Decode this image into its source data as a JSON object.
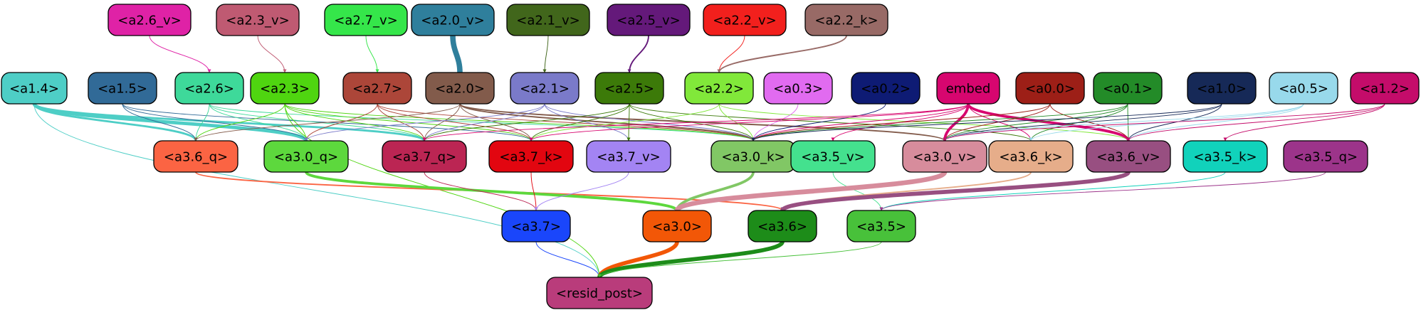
{
  "nodes": [
    {
      "id": "a2_6_v",
      "label": "<a2.6_v>",
      "fill": "#df22a6",
      "text": "#000000"
    },
    {
      "id": "a2_3_v",
      "label": "<a2.3_v>",
      "fill": "#bf5a72",
      "text": "#000000"
    },
    {
      "id": "a2_7_v",
      "label": "<a2.7_v>",
      "fill": "#35e64a",
      "text": "#000000"
    },
    {
      "id": "a2_0_v",
      "label": "<a2.0_v>",
      "fill": "#2f7f9c",
      "text": "#000000"
    },
    {
      "id": "a2_1_v",
      "label": "<a2.1_v>",
      "fill": "#41661b",
      "text": "#000000"
    },
    {
      "id": "a2_5_v",
      "label": "<a2.5_v>",
      "fill": "#64197a",
      "text": "#000000"
    },
    {
      "id": "a2_2_v",
      "label": "<a2.2_v>",
      "fill": "#f2201d",
      "text": "#000000"
    },
    {
      "id": "a2_2_k",
      "label": "<a2.2_k>",
      "fill": "#986a66",
      "text": "#000000"
    },
    {
      "id": "a1_4",
      "label": "<a1.4>",
      "fill": "#4ecec6",
      "text": "#000000"
    },
    {
      "id": "a1_5",
      "label": "<a1.5>",
      "fill": "#316a97",
      "text": "#000000"
    },
    {
      "id": "a2_6",
      "label": "<a2.6>",
      "fill": "#3ed99a",
      "text": "#000000"
    },
    {
      "id": "a2_3",
      "label": "<a2.3>",
      "fill": "#4fd510",
      "text": "#000000"
    },
    {
      "id": "a2_7",
      "label": "<a2.7>",
      "fill": "#ac4639",
      "text": "#000000"
    },
    {
      "id": "a2_0",
      "label": "<a2.0>",
      "fill": "#825b4b",
      "text": "#000000"
    },
    {
      "id": "a2_1",
      "label": "<a2.1>",
      "fill": "#7a7ac9",
      "text": "#000000"
    },
    {
      "id": "a2_5",
      "label": "<a2.5>",
      "fill": "#3c7a09",
      "text": "#000000"
    },
    {
      "id": "a2_2",
      "label": "<a2.2>",
      "fill": "#81e83a",
      "text": "#000000"
    },
    {
      "id": "a0_3",
      "label": "<a0.3>",
      "fill": "#e16bf0",
      "text": "#000000"
    },
    {
      "id": "a0_2",
      "label": "<a0.2>",
      "fill": "#0e1b74",
      "text": "#000000"
    },
    {
      "id": "embed",
      "label": "embed",
      "fill": "#d7066f",
      "text": "#000000"
    },
    {
      "id": "a0_0",
      "label": "<a0.0>",
      "fill": "#9d1f17",
      "text": "#000000"
    },
    {
      "id": "a0_1",
      "label": "<a0.1>",
      "fill": "#238b28",
      "text": "#000000"
    },
    {
      "id": "a1_0",
      "label": "<a1.0>",
      "fill": "#162957",
      "text": "#000000"
    },
    {
      "id": "a0_5",
      "label": "<a0.5>",
      "fill": "#98d9eb",
      "text": "#000000"
    },
    {
      "id": "a1_2",
      "label": "<a1.2>",
      "fill": "#c40c6a",
      "text": "#000000"
    },
    {
      "id": "a3_6_q",
      "label": "<a3.6_q>",
      "fill": "#fb6443",
      "text": "#000000"
    },
    {
      "id": "a3_0_q",
      "label": "<a3.0_q>",
      "fill": "#5dd83d",
      "text": "#000000"
    },
    {
      "id": "a3_7_q",
      "label": "<a3.7_q>",
      "fill": "#bb2553",
      "text": "#000000"
    },
    {
      "id": "a3_7_k",
      "label": "<a3.7_k>",
      "fill": "#e20610",
      "text": "#000000"
    },
    {
      "id": "a3_7_v",
      "label": "<a3.7_v>",
      "fill": "#a384f3",
      "text": "#000000"
    },
    {
      "id": "a3_0_k",
      "label": "<a3.0_k>",
      "fill": "#81c765",
      "text": "#000000"
    },
    {
      "id": "a3_5_v",
      "label": "<a3.5_v>",
      "fill": "#44e18e",
      "text": "#000000"
    },
    {
      "id": "a3_0_v",
      "label": "<a3.0_v>",
      "fill": "#d78c9c",
      "text": "#000000"
    },
    {
      "id": "a3_6_k",
      "label": "<a3.6_k>",
      "fill": "#e6ad8a",
      "text": "#000000"
    },
    {
      "id": "a3_6_v",
      "label": "<a3.6_v>",
      "fill": "#984f81",
      "text": "#000000"
    },
    {
      "id": "a3_5_k",
      "label": "<a3.5_k>",
      "fill": "#11d2bb",
      "text": "#000000"
    },
    {
      "id": "a3_5_q",
      "label": "<a3.5_q>",
      "fill": "#9c348a",
      "text": "#000000"
    },
    {
      "id": "a3_7",
      "label": "<a3.7>",
      "fill": "#1a46fb",
      "text": "#000000"
    },
    {
      "id": "a3_0",
      "label": "<a3.0>",
      "fill": "#f25707",
      "text": "#000000"
    },
    {
      "id": "a3_6",
      "label": "<a3.6>",
      "fill": "#1d8c19",
      "text": "#000000"
    },
    {
      "id": "a3_5",
      "label": "<a3.5>",
      "fill": "#48c13a",
      "text": "#000000"
    },
    {
      "id": "resid_post",
      "label": "<resid_post>",
      "fill": "#b93c7b",
      "text": "#000000"
    }
  ],
  "edges": [
    {
      "from": "a2_6_v",
      "to": "a2_6",
      "color": "#df22a6",
      "weight": 1
    },
    {
      "from": "a2_3_v",
      "to": "a2_3",
      "color": "#bf5a72",
      "weight": 1
    },
    {
      "from": "a2_7_v",
      "to": "a2_7",
      "color": "#35e64a",
      "weight": 1
    },
    {
      "from": "a2_0_v",
      "to": "a2_0",
      "color": "#2f7f9c",
      "weight": 8
    },
    {
      "from": "a2_1_v",
      "to": "a2_1",
      "color": "#41661b",
      "weight": 1
    },
    {
      "from": "a2_5_v",
      "to": "a2_5",
      "color": "#64197a",
      "weight": 2
    },
    {
      "from": "a2_2_v",
      "to": "a2_2",
      "color": "#f2201d",
      "weight": 1
    },
    {
      "from": "a2_2_k",
      "to": "a2_2",
      "color": "#986a66",
      "weight": 2
    },
    {
      "from": "a1_4",
      "to": "a3_6_q",
      "color": "#4ecec6",
      "weight": 3
    },
    {
      "from": "a1_4",
      "to": "a3_0_q",
      "color": "#4ecec6",
      "weight": 5
    },
    {
      "from": "a1_4",
      "to": "a3_7_q",
      "color": "#4ecec6",
      "weight": 3
    },
    {
      "from": "a1_4",
      "to": "resid_post",
      "color": "#4ecec6",
      "weight": 1
    },
    {
      "from": "a1_5",
      "to": "a3_6_q",
      "color": "#316a97",
      "weight": 1
    },
    {
      "from": "a1_5",
      "to": "a3_0_q",
      "color": "#316a97",
      "weight": 1
    },
    {
      "from": "a1_5",
      "to": "a3_7_k",
      "color": "#316a97",
      "weight": 1
    },
    {
      "from": "a2_6",
      "to": "a3_6_q",
      "color": "#3ed99a",
      "weight": 1
    },
    {
      "from": "a2_6",
      "to": "a3_0_q",
      "color": "#3ed99a",
      "weight": 1
    },
    {
      "from": "a2_6",
      "to": "a3_7_q",
      "color": "#3ed99a",
      "weight": 1
    },
    {
      "from": "a2_6",
      "to": "a3_0_k",
      "color": "#3ed99a",
      "weight": 1
    },
    {
      "from": "a2_3",
      "to": "a3_6_q",
      "color": "#4fd510",
      "weight": 1
    },
    {
      "from": "a2_3",
      "to": "a3_0_q",
      "color": "#4fd510",
      "weight": 1
    },
    {
      "from": "a2_3",
      "to": "a3_7_q",
      "color": "#4fd510",
      "weight": 1
    },
    {
      "from": "a2_3",
      "to": "a3_7_k",
      "color": "#4fd510",
      "weight": 1
    },
    {
      "from": "a2_3",
      "to": "a3_0_k",
      "color": "#4fd510",
      "weight": 1
    },
    {
      "from": "a2_3",
      "to": "resid_post",
      "color": "#4fd510",
      "weight": 1
    },
    {
      "from": "a2_7",
      "to": "a3_0_q",
      "color": "#ac4639",
      "weight": 1
    },
    {
      "from": "a2_7",
      "to": "a3_7_q",
      "color": "#ac4639",
      "weight": 1
    },
    {
      "from": "a2_7",
      "to": "a3_7_k",
      "color": "#ac4639",
      "weight": 1
    },
    {
      "from": "a2_7",
      "to": "a3_0_k",
      "color": "#ac4639",
      "weight": 1
    },
    {
      "from": "a2_0",
      "to": "a3_6_q",
      "color": "#825b4b",
      "weight": 1
    },
    {
      "from": "a2_0",
      "to": "a3_7_q",
      "color": "#825b4b",
      "weight": 1
    },
    {
      "from": "a2_0",
      "to": "a3_7_k",
      "color": "#825b4b",
      "weight": 1
    },
    {
      "from": "a2_0",
      "to": "a3_0_k",
      "color": "#825b4b",
      "weight": 2
    },
    {
      "from": "a2_0",
      "to": "a3_0_v",
      "color": "#825b4b",
      "weight": 2
    },
    {
      "from": "a2_1",
      "to": "a3_0_q",
      "color": "#7a7ac9",
      "weight": 1
    },
    {
      "from": "a2_1",
      "to": "a3_7_q",
      "color": "#7a7ac9",
      "weight": 1
    },
    {
      "from": "a2_1",
      "to": "a3_7_v",
      "color": "#7a7ac9",
      "weight": 1
    },
    {
      "from": "a2_1",
      "to": "a3_0_k",
      "color": "#7a7ac9",
      "weight": 1
    },
    {
      "from": "a2_5",
      "to": "a3_7_q",
      "color": "#3c7a09",
      "weight": 1
    },
    {
      "from": "a2_5",
      "to": "a3_7_k",
      "color": "#3c7a09",
      "weight": 1
    },
    {
      "from": "a2_5",
      "to": "a3_7_v",
      "color": "#3c7a09",
      "weight": 1
    },
    {
      "from": "a2_5",
      "to": "a3_0_k",
      "color": "#3c7a09",
      "weight": 1
    },
    {
      "from": "a2_5",
      "to": "a3_6_k",
      "color": "#3c7a09",
      "weight": 1
    },
    {
      "from": "a2_2",
      "to": "a3_7_k",
      "color": "#81e83a",
      "weight": 1
    },
    {
      "from": "a2_2",
      "to": "a3_0_k",
      "color": "#81e83a",
      "weight": 1
    },
    {
      "from": "a2_2",
      "to": "a3_6_v",
      "color": "#81e83a",
      "weight": 1
    },
    {
      "from": "a0_3",
      "to": "a3_0_k",
      "color": "#e16bf0",
      "weight": 1
    },
    {
      "from": "a0_2",
      "to": "a3_0_k",
      "color": "#0e1b74",
      "weight": 1
    },
    {
      "from": "embed",
      "to": "a3_7_q",
      "color": "#d7066f",
      "weight": 1
    },
    {
      "from": "embed",
      "to": "a3_7_k",
      "color": "#d7066f",
      "weight": 1
    },
    {
      "from": "embed",
      "to": "a3_0_k",
      "color": "#d7066f",
      "weight": 1
    },
    {
      "from": "embed",
      "to": "a3_5_v",
      "color": "#d7066f",
      "weight": 1
    },
    {
      "from": "embed",
      "to": "a3_0_v",
      "color": "#d7066f",
      "weight": 4
    },
    {
      "from": "embed",
      "to": "a3_6_k",
      "color": "#d7066f",
      "weight": 1
    },
    {
      "from": "embed",
      "to": "a3_6_v",
      "color": "#d7066f",
      "weight": 4
    },
    {
      "from": "a0_0",
      "to": "a3_0_k",
      "color": "#9d1f17",
      "weight": 1
    },
    {
      "from": "a0_0",
      "to": "a3_0_v",
      "color": "#9d1f17",
      "weight": 1
    },
    {
      "from": "a0_0",
      "to": "a3_6_v",
      "color": "#9d1f17",
      "weight": 1
    },
    {
      "from": "a0_1",
      "to": "a3_0_k",
      "color": "#238b28",
      "weight": 1
    },
    {
      "from": "a0_1",
      "to": "a3_0_v",
      "color": "#238b28",
      "weight": 1
    },
    {
      "from": "a0_1",
      "to": "a3_6_k",
      "color": "#238b28",
      "weight": 1
    },
    {
      "from": "a0_1",
      "to": "a3_6_v",
      "color": "#238b28",
      "weight": 1
    },
    {
      "from": "a1_0",
      "to": "a3_0_k",
      "color": "#162957",
      "weight": 1
    },
    {
      "from": "a1_0",
      "to": "a3_0_v",
      "color": "#162957",
      "weight": 1
    },
    {
      "from": "a1_0",
      "to": "a3_6_v",
      "color": "#162957",
      "weight": 1
    },
    {
      "from": "a0_5",
      "to": "a3_0_v",
      "color": "#98d9eb",
      "weight": 1
    },
    {
      "from": "a0_5",
      "to": "a3_6_k",
      "color": "#98d9eb",
      "weight": 1
    },
    {
      "from": "a0_5",
      "to": "a3_6_v",
      "color": "#98d9eb",
      "weight": 1
    },
    {
      "from": "a1_2",
      "to": "a3_0_v",
      "color": "#c40c6a",
      "weight": 1
    },
    {
      "from": "a1_2",
      "to": "a3_6_v",
      "color": "#c40c6a",
      "weight": 1
    },
    {
      "from": "a1_2",
      "to": "a3_5_k",
      "color": "#c40c6a",
      "weight": 1
    },
    {
      "from": "a3_6_q",
      "to": "a3_6",
      "color": "#fb6443",
      "weight": 2
    },
    {
      "from": "a3_0_q",
      "to": "a3_0",
      "color": "#5dd83d",
      "weight": 4
    },
    {
      "from": "a3_7_q",
      "to": "a3_7",
      "color": "#bb2553",
      "weight": 1
    },
    {
      "from": "a3_7_k",
      "to": "a3_7",
      "color": "#e20610",
      "weight": 1
    },
    {
      "from": "a3_7_v",
      "to": "a3_7",
      "color": "#a384f3",
      "weight": 1
    },
    {
      "from": "a3_0_k",
      "to": "a3_0",
      "color": "#81c765",
      "weight": 4
    },
    {
      "from": "a3_5_v",
      "to": "a3_5",
      "color": "#44e18e",
      "weight": 1
    },
    {
      "from": "a3_0_v",
      "to": "a3_0",
      "color": "#d78c9c",
      "weight": 7
    },
    {
      "from": "a3_6_k",
      "to": "a3_6",
      "color": "#e6ad8a",
      "weight": 2
    },
    {
      "from": "a3_6_v",
      "to": "a3_6",
      "color": "#984f81",
      "weight": 6
    },
    {
      "from": "a3_5_k",
      "to": "a3_5",
      "color": "#11d2bb",
      "weight": 1
    },
    {
      "from": "a3_5_q",
      "to": "a3_5",
      "color": "#9c348a",
      "weight": 1
    },
    {
      "from": "a3_7",
      "to": "resid_post",
      "color": "#1a46fb",
      "weight": 1
    },
    {
      "from": "a3_0",
      "to": "resid_post",
      "color": "#f25707",
      "weight": 6
    },
    {
      "from": "a3_6",
      "to": "resid_post",
      "color": "#1d8c19",
      "weight": 6
    },
    {
      "from": "a3_5",
      "to": "resid_post",
      "color": "#48c13a",
      "weight": 1
    }
  ]
}
